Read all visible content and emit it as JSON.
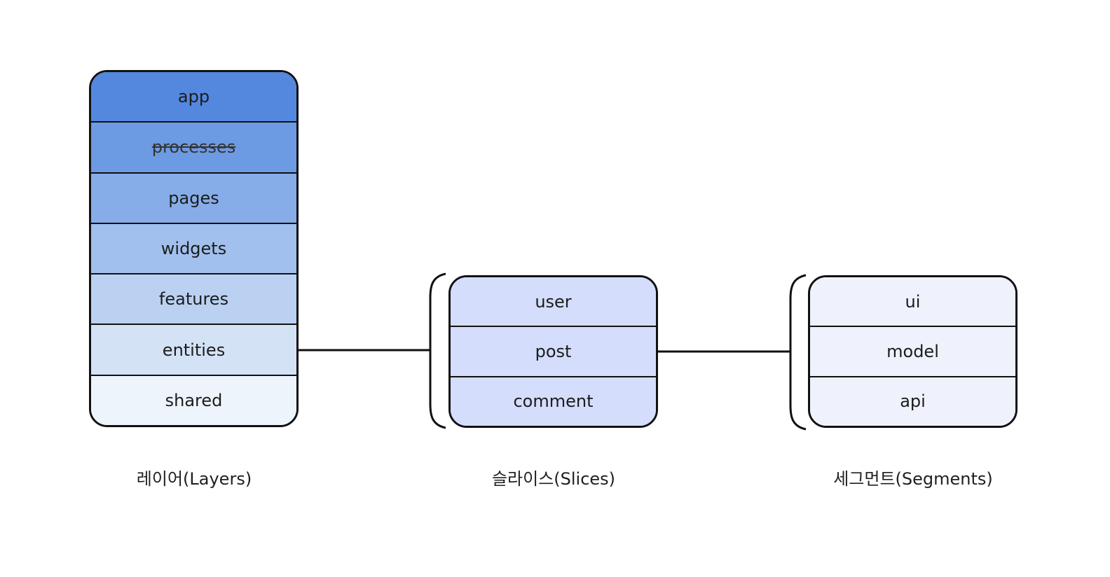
{
  "layers": {
    "items": [
      {
        "label": "app",
        "color": "#5388de",
        "struck": false
      },
      {
        "label": "processes",
        "color": "#6d9be3",
        "struck": true
      },
      {
        "label": "pages",
        "color": "#86ade8",
        "struck": false
      },
      {
        "label": "widgets",
        "color": "#a1c0ed",
        "struck": false
      },
      {
        "label": "features",
        "color": "#bad1f2",
        "struck": false
      },
      {
        "label": "entities",
        "color": "#d4e2f6",
        "struck": false
      },
      {
        "label": "shared",
        "color": "#eef4fc",
        "struck": false
      }
    ],
    "caption": "레이어(Layers)"
  },
  "slices": {
    "items": [
      {
        "label": "user",
        "color": "#d4ddfb"
      },
      {
        "label": "post",
        "color": "#d4ddfb"
      },
      {
        "label": "comment",
        "color": "#d4ddfb"
      }
    ],
    "caption": "슬라이스(Slices)"
  },
  "segments": {
    "items": [
      {
        "label": "ui",
        "color": "#eff2fd"
      },
      {
        "label": "model",
        "color": "#eff2fd"
      },
      {
        "label": "api",
        "color": "#eff2fd"
      }
    ],
    "caption": "세그먼트(Segments)"
  }
}
